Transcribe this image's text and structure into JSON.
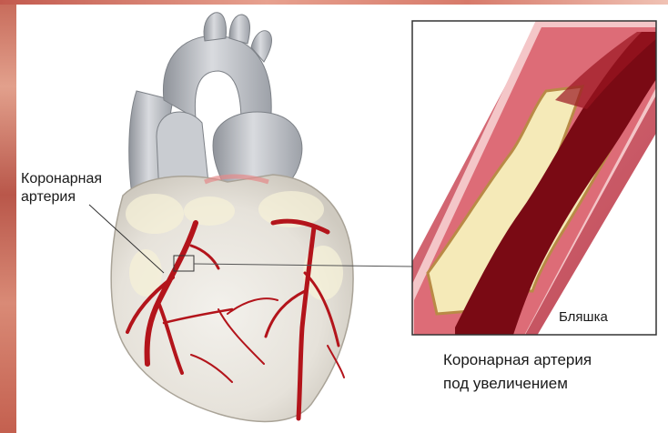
{
  "labels": {
    "coronary_artery": [
      "Коронарная",
      "артерия"
    ],
    "plaque": "Бляшка"
  },
  "caption": [
    "Коронарная артерия",
    "под увеличением"
  ],
  "colors": {
    "artery": "#b3141b",
    "heart_tissue": "#e9e6df",
    "great_vessels": "#b9bcc2",
    "vessel_wall": "#d4606a",
    "lumen_blood": "#7a0a14",
    "plaque": "#f5eab8",
    "frame": "#333333"
  }
}
